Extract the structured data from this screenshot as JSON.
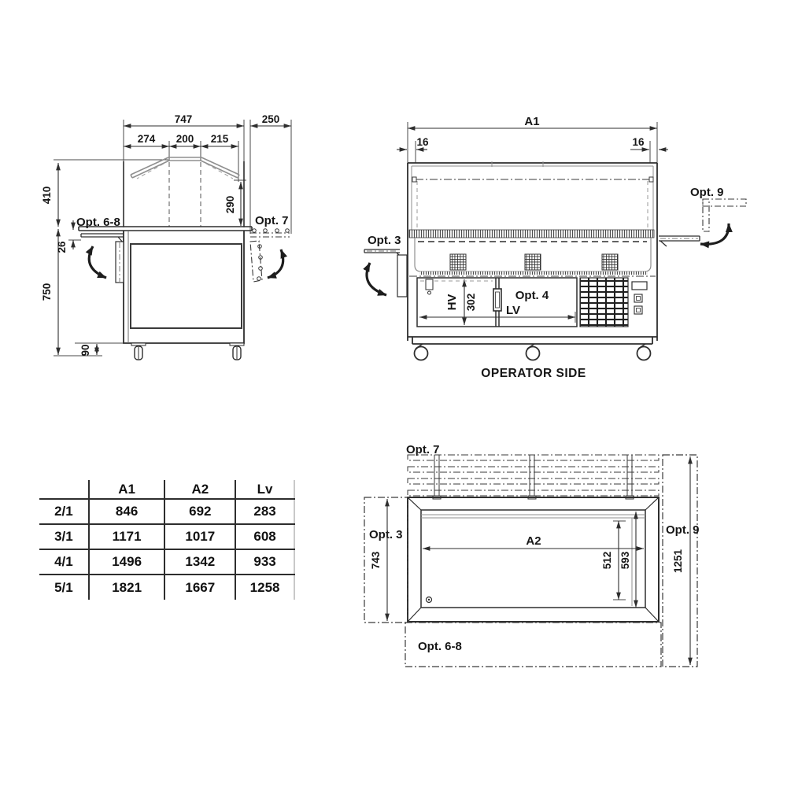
{
  "side_view": {
    "dim_747": "747",
    "dim_250": "250",
    "dim_274": "274",
    "dim_200": "200",
    "dim_215": "215",
    "dim_410": "410",
    "dim_290": "290",
    "dim_26": "26",
    "dim_750": "750",
    "dim_90": "90",
    "label_opt_6_8": "Opt. 6-8",
    "label_opt_7": "Opt. 7"
  },
  "front_view": {
    "dim_a1": "A1",
    "dim_16_left": "16",
    "dim_16_right": "16",
    "label_opt_3": "Opt. 3",
    "label_opt_9": "Opt. 9",
    "label_opt_4": "Opt. 4",
    "dim_hv": "HV",
    "dim_hv_value": "302",
    "dim_lv": "LV",
    "caption": "OPERATOR SIDE"
  },
  "plan_view": {
    "label_opt_7": "Opt. 7",
    "label_opt_3": "Opt. 3",
    "label_opt_9": "Opt. 9",
    "label_opt_6_8": "Opt. 6-8",
    "dim_a2": "A2",
    "dim_743": "743",
    "dim_512": "512",
    "dim_593": "593",
    "dim_1251": "1251"
  },
  "size_table": {
    "col_headers": [
      "A1",
      "A2",
      "Lv"
    ],
    "rows": [
      {
        "model": "2/1",
        "a1": "846",
        "a2": "692",
        "lv": "283"
      },
      {
        "model": "3/1",
        "a1": "1171",
        "a2": "1017",
        "lv": "608"
      },
      {
        "model": "4/1",
        "a1": "1496",
        "a2": "1342",
        "lv": "933"
      },
      {
        "model": "5/1",
        "a1": "1821",
        "a2": "1667",
        "lv": "1258"
      }
    ]
  },
  "colors": {
    "line": "#2e2e2e",
    "light_line": "#8f8f8f",
    "text": "#161616",
    "background": "#ffffff"
  }
}
